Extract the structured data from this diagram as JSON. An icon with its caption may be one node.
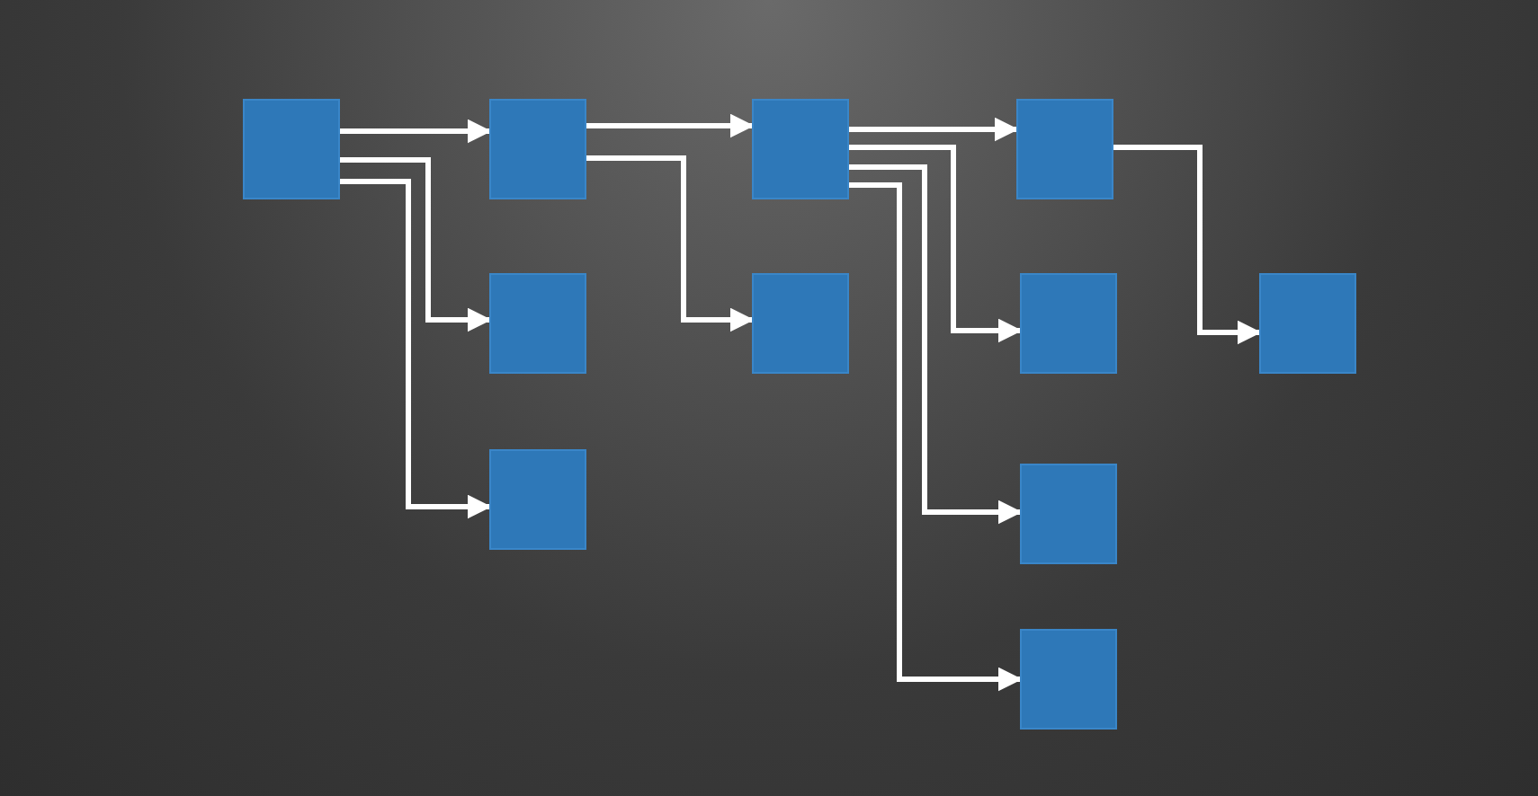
{
  "diagram": {
    "nodes": [
      {
        "text": [],
        "shape": "box"
      },
      {
        "text": [],
        "shape": "box"
      },
      {
        "text": [],
        "shape": "box"
      },
      {
        "text": [],
        "shape": "box"
      },
      {
        "text": [],
        "shape": "box"
      },
      {
        "text": [],
        "shape": "box"
      },
      {
        "text": [],
        "shape": "box"
      },
      {
        "text": [],
        "shape": "box"
      },
      {
        "text": [],
        "shape": "box"
      },
      {
        "text": [],
        "shape": "box"
      },
      {
        "text": [],
        "shape": "box"
      }
    ],
    "edges": [
      {
        "from": 0,
        "to": 1,
        "arrow": "to"
      },
      {
        "from": 0,
        "to": 2,
        "arrow": "to"
      },
      {
        "from": 0,
        "to": 3,
        "arrow": "to"
      },
      {
        "from": 1,
        "to": 4,
        "arrow": "to"
      },
      {
        "from": 1,
        "to": 5,
        "arrow": "to"
      },
      {
        "from": 4,
        "to": 6,
        "arrow": "to"
      },
      {
        "from": 4,
        "to": 7,
        "arrow": "to"
      },
      {
        "from": 4,
        "to": 8,
        "arrow": "to"
      },
      {
        "from": 4,
        "to": 9,
        "arrow": "to"
      },
      {
        "from": 6,
        "to": 10,
        "arrow": "to"
      }
    ]
  }
}
